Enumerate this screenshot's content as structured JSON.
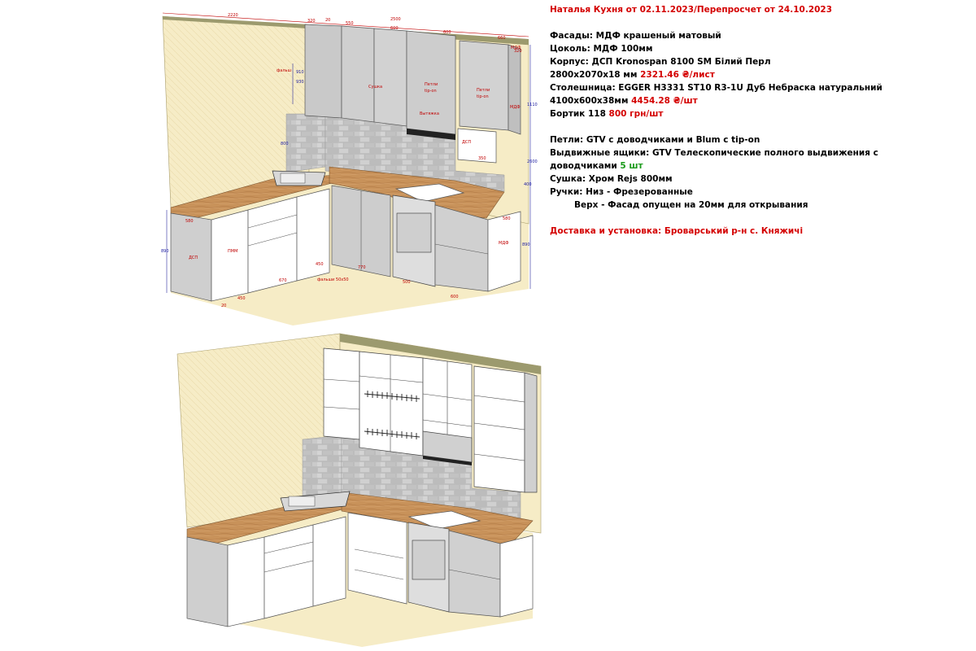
{
  "header": "Наталья Кухня от 02.11.2023/Перепросчет от 24.10.2023",
  "specs": {
    "facades": "Фасады: МДФ крашеный матовый",
    "plinth": "Цоколь: МДФ 100мм",
    "body": "Корпус: ДСП Kronospan 8100 SM Білий Перл",
    "body_size": "2800x2070x18 мм",
    "body_price": "2321.46 ₴/лист",
    "countertop": "Столешница: EGGER H3331 ST10 R3-1U Дуб Небраска натуральний",
    "countertop_size": "4100x600x38мм",
    "countertop_price": "4454.28 ₴/шт",
    "edge": "Бортик 118",
    "edge_price": "800 грн/шт",
    "hinges": "Петли: GTV с доводчиками и Blum с tip-on",
    "drawers_a": "Выдвижные ящики: GTV Телескопические полного выдвижения с",
    "drawers_b": "доводчиками",
    "drawers_count": "5 шт",
    "dryer": "Сушка: Хром Rejs 800мм",
    "handles": "Ручки: Низ - Фрезерованные",
    "handles_top": "Верх - Фасад опущен на 20мм для открывания",
    "delivery": "Доставка и установка: Броварський р-н с. Княжичі"
  },
  "dimensions_top": {
    "d2220": "2220",
    "d320": "320",
    "d20": "20",
    "d550": "550",
    "d2500": "2500",
    "d600a": "600",
    "d600b": "600",
    "d660": "660",
    "d320b": "320",
    "d910": "910",
    "d930": "930",
    "d800": "800",
    "d1110": "1110",
    "d2600": "2600",
    "d400": "400",
    "d350": "350",
    "d580a": "580",
    "d580b": "580",
    "d890a": "890",
    "d890b": "890",
    "d670": "670",
    "d450a": "450",
    "d770": "770",
    "d450b": "450",
    "d500": "500",
    "d600c": "600",
    "d20b": "20"
  },
  "labels_top": {
    "falsh": "фальш",
    "sushka": "Сушка",
    "petli1": "Петли",
    "tipon1": "tip-on",
    "vytyazhka": "Вытяжка",
    "petli2": "Петли",
    "tipon2": "tip-on",
    "mdf1": "МДФ",
    "dsp1": "ДСП",
    "mdf2": "МДФ",
    "pmm": "ПММ",
    "dsp2": "ДСП",
    "falsh2": "фальши 50х50",
    "mdf3": "МДФ"
  }
}
